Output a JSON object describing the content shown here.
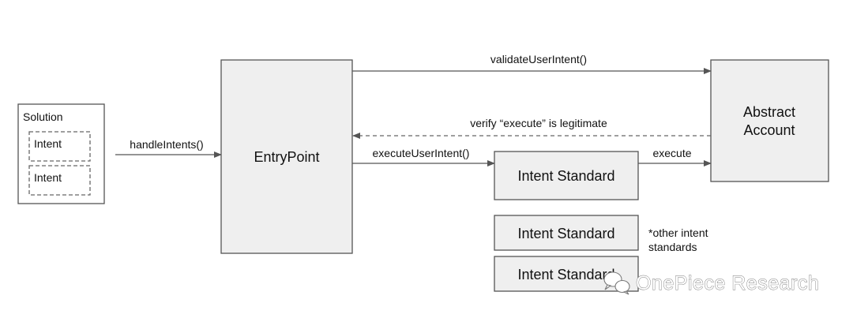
{
  "solution": {
    "title": "Solution",
    "intents": [
      "Intent",
      "Intent"
    ]
  },
  "entrypoint": {
    "label": "EntryPoint"
  },
  "abstract_account": {
    "line1": "Abstract",
    "line2": "Account"
  },
  "intent_standards": [
    "Intent Standard",
    "Intent Standard",
    "Intent Standard"
  ],
  "edges": {
    "handle_intents": "handleIntents()",
    "validate_user_intent": "validateUserIntent()",
    "verify_execute": "verify “execute” is legitimate",
    "execute_user_intent": "executeUserIntent()",
    "execute": "execute"
  },
  "note": {
    "line1": "*other intent",
    "line2": "standards"
  },
  "watermark": {
    "text": "OnePiece Research"
  }
}
